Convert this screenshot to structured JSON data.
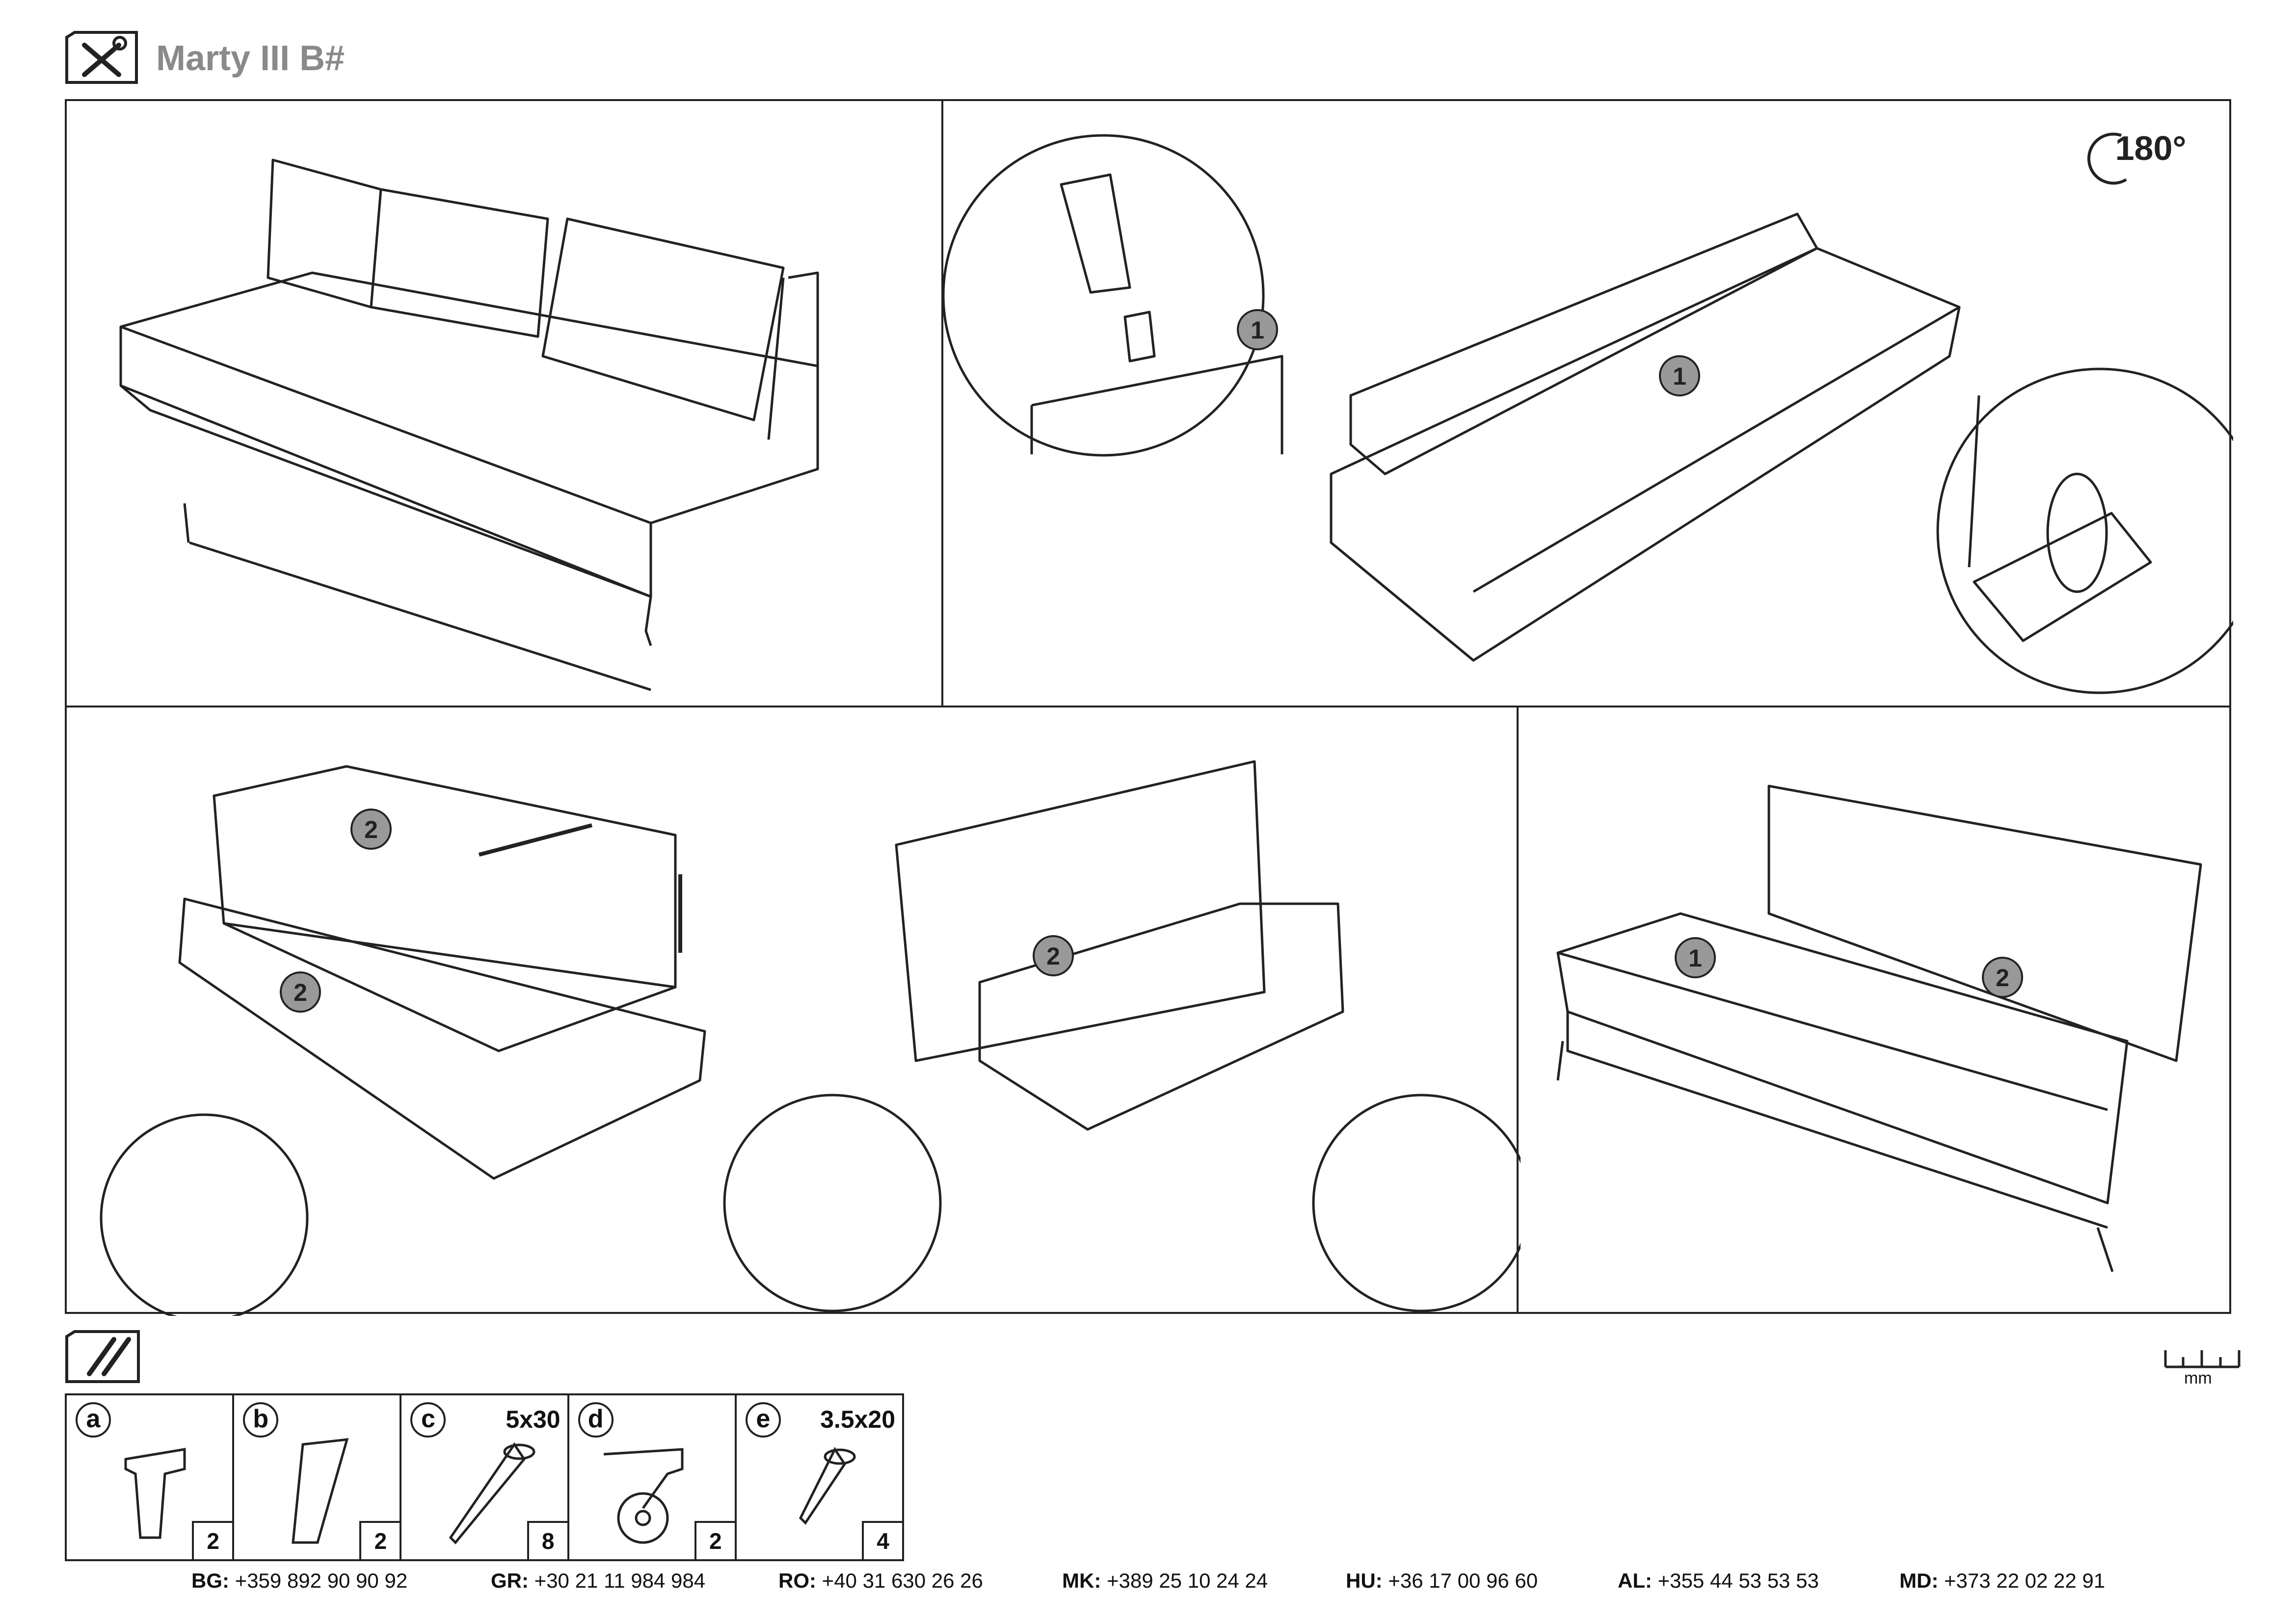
{
  "header": {
    "title": "Marty III B#",
    "icon": "tools-icon"
  },
  "step2_rotation": "180°",
  "callout_numbers": {
    "one": "1",
    "two": "2"
  },
  "part_letters": {
    "a": "a",
    "b": "b",
    "c": "c",
    "d": "d",
    "e": "e"
  },
  "hardware_icon": "screws-icon",
  "ruler": {
    "unit": "mm",
    "icon": "ruler-icon"
  },
  "parts": [
    {
      "letter": "a",
      "size": "",
      "qty": "2",
      "icon": "leg-mount-icon"
    },
    {
      "letter": "b",
      "size": "",
      "qty": "2",
      "icon": "leg-icon"
    },
    {
      "letter": "c",
      "size": "5x30",
      "qty": "8",
      "icon": "screw-long-icon"
    },
    {
      "letter": "d",
      "size": "",
      "qty": "2",
      "icon": "caster-wheel-icon"
    },
    {
      "letter": "e",
      "size": "3.5x20",
      "qty": "4",
      "icon": "screw-short-icon"
    }
  ],
  "contacts": [
    {
      "code": "BG:",
      "phone": "+359 892 90 90 92"
    },
    {
      "code": "GR:",
      "phone": "+30 21 11 984 984"
    },
    {
      "code": "RO:",
      "phone": "+40 31 630 26 26"
    },
    {
      "code": "MK:",
      "phone": "+389 25 10 24 24"
    },
    {
      "code": "HU:",
      "phone": "+36 17 00 96 60"
    },
    {
      "code": "AL:",
      "phone": "+355 44 53 53 53"
    },
    {
      "code": "MD:",
      "phone": "+373 22 02 22 91"
    }
  ]
}
